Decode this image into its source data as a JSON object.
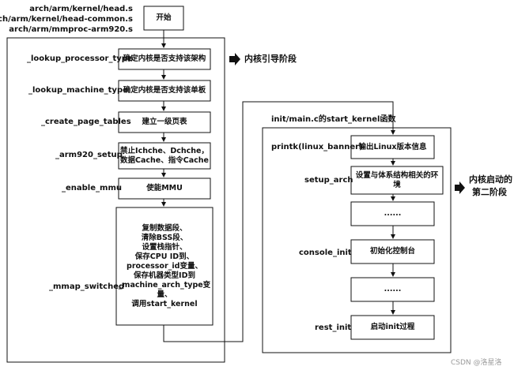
{
  "files": [
    "arch/arm/kernel/head.s",
    "arch/arm/kernel/head-common.s",
    "arch/arm/mmproc-arm920.s"
  ],
  "start_label": "开始",
  "stage1": {
    "title": "内核引导阶段",
    "functions": [
      "_lookup_processor_type",
      "_lookup_machine_type",
      "_create_page_tables",
      "_arm920_setup",
      "_enable_mmu",
      "_mmap_switched"
    ],
    "steps": [
      "确定内核是否支持该架构",
      "确定内核是否支持该单板",
      "建立一级页表",
      "禁止Ichche、Dchche，\n数据Cache、指令Cache",
      "使能MMU",
      "复制数据段、\n清除BSS段、\n设置栈指针、\n保存CPU ID到、\nprocessor_id变量、\n保存机器类型ID到\n_machine_arch_type变量、\n调用start_kernel"
    ]
  },
  "stage2": {
    "header": "init/main.c的start_kernel函数",
    "title_line1": "内核启动的",
    "title_line2": "第二阶段",
    "functions": [
      "printk(linux_banner)",
      "setup_arch",
      "console_init",
      "rest_init"
    ],
    "steps": [
      "输出Linux版本信息",
      "设置与体系结构相关的环\n境",
      "......",
      "初始化控制台",
      "......",
      "启动init过程"
    ]
  },
  "watermark": "CSDN @洛星洛"
}
